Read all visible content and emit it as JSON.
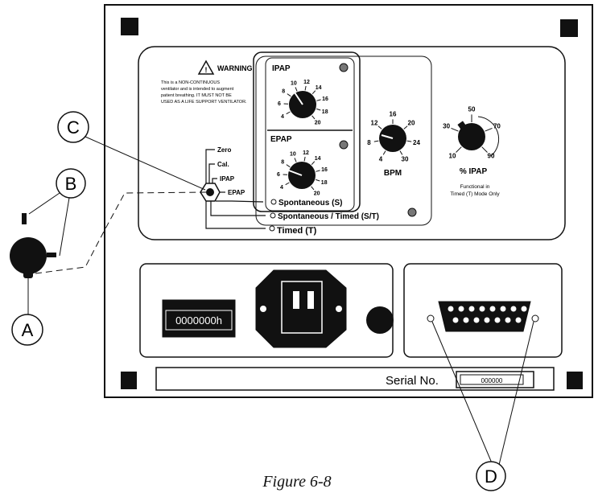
{
  "warning": {
    "title": "WARNING",
    "lines": [
      "This is a NON-CONTINUOUS",
      "ventilator and is intended to augment",
      "patient breathing. IT MUST NOT BE",
      "USED AS A LIFE SUPPORT VENTILATOR."
    ]
  },
  "callouts": {
    "a": "A",
    "b": "B",
    "c": "C",
    "d": "D"
  },
  "selector": {
    "positions": [
      "Zero",
      "Cal.",
      "IPAP",
      "EPAP"
    ],
    "modes": [
      "Spontaneous (S)",
      "Spontaneous / Timed (S/T)",
      "Timed (T)"
    ]
  },
  "ipap_knob": {
    "label": "IPAP",
    "scale": [
      "4",
      "6",
      "8",
      "10",
      "12",
      "14",
      "16",
      "18",
      "20"
    ]
  },
  "epap_knob": {
    "label": "EPAP",
    "scale": [
      "4",
      "6",
      "8",
      "10",
      "12",
      "14",
      "16",
      "18",
      "20"
    ]
  },
  "bpm_knob": {
    "label": "BPM",
    "scale": [
      "4",
      "8",
      "12",
      "16",
      "20",
      "24",
      "30"
    ]
  },
  "ipap_pct_knob": {
    "label": "% IPAP",
    "scale": [
      "10",
      "30",
      "50",
      "70",
      "90"
    ],
    "note_lines": [
      "Functional in",
      "Timed (T) Mode Only"
    ]
  },
  "hour_meter": "0000000h",
  "serial": {
    "label": "Serial No.",
    "value": "000000"
  },
  "caption": "Figure 6-8"
}
